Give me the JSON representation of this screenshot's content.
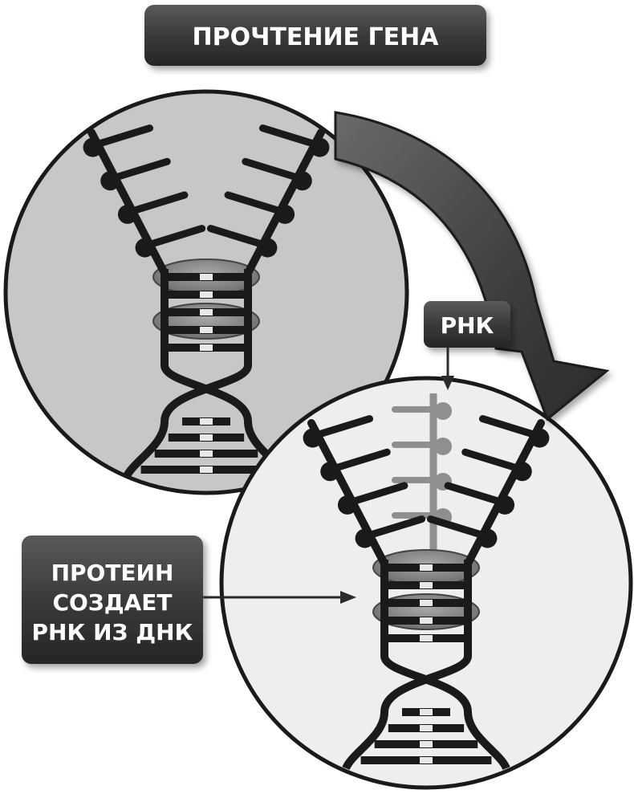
{
  "title": "ПРОЧТЕНИЕ ГЕНА",
  "rna_label": "РНК",
  "protein_label": {
    "line1": "ПРОТЕИН",
    "line2": "СОЗДАЕТ",
    "line3": "РНК ИЗ ДНК"
  },
  "colors": {
    "label_box": "#3a3a3a",
    "label_text": "#ffffff",
    "circle_top_fill": "#c7c7c7",
    "circle_bottom_fill": "#eeeeee",
    "circle_stroke": "#1a1a1a",
    "strand": "#1a1a1a",
    "rna_strand": "#8f8f8f",
    "protein_blob": "#8a8a8a",
    "arrow": "#4a4a4a"
  },
  "icons": {
    "process_arrow": "curved-arrow-icon",
    "pointer": "arrow-pointer-icon"
  }
}
